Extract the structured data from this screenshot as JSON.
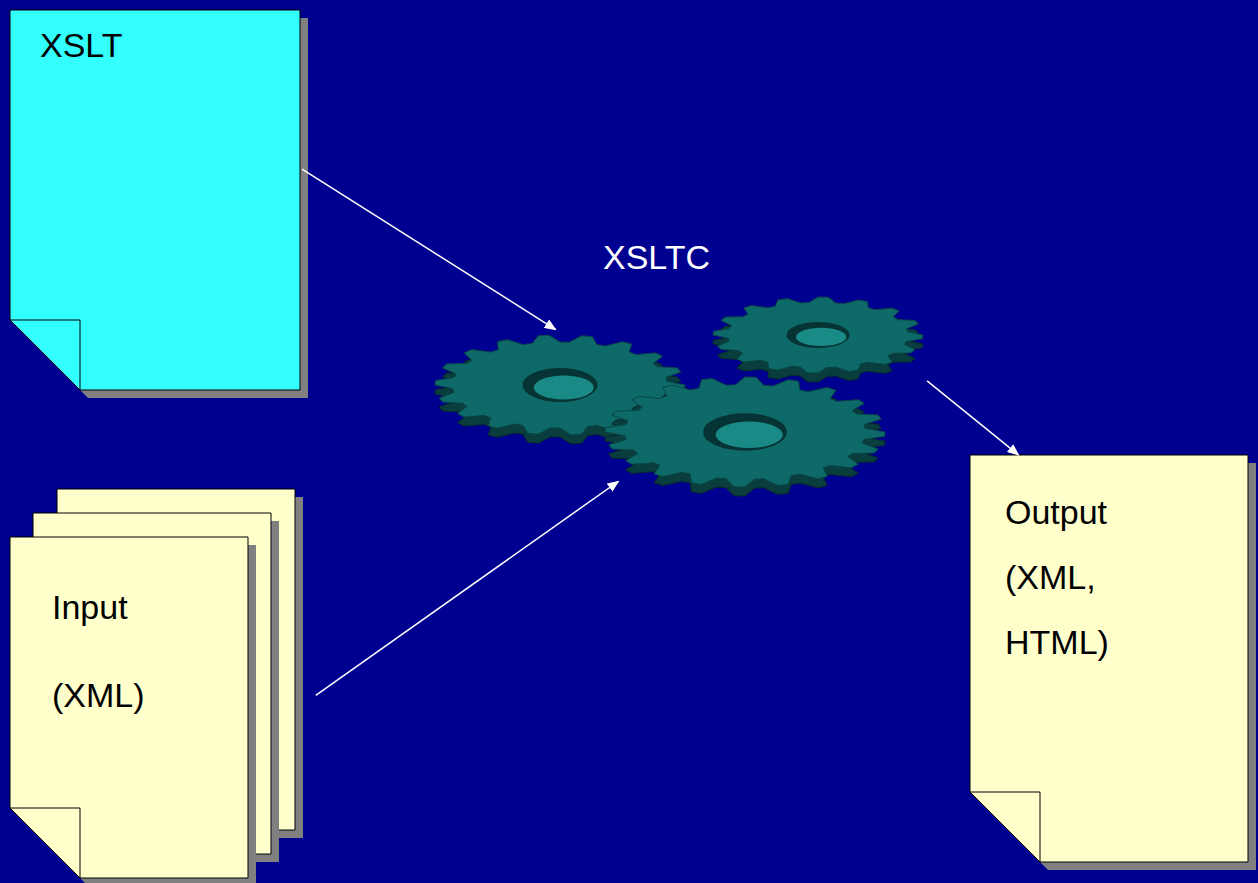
{
  "diagram": {
    "nodes": [
      {
        "text": [
          "XSLT"
        ]
      },
      {
        "text": [
          "Input (XML)"
        ]
      },
      {
        "text": [
          "XSLTC"
        ]
      },
      {
        "text": [
          "Output (XML, HTML)"
        ]
      }
    ],
    "edges": [
      {
        "from": 0,
        "to": 2,
        "arrow": "to"
      },
      {
        "from": 1,
        "to": 2,
        "arrow": "to"
      },
      {
        "from": 2,
        "to": 3,
        "arrow": "to"
      }
    ]
  }
}
